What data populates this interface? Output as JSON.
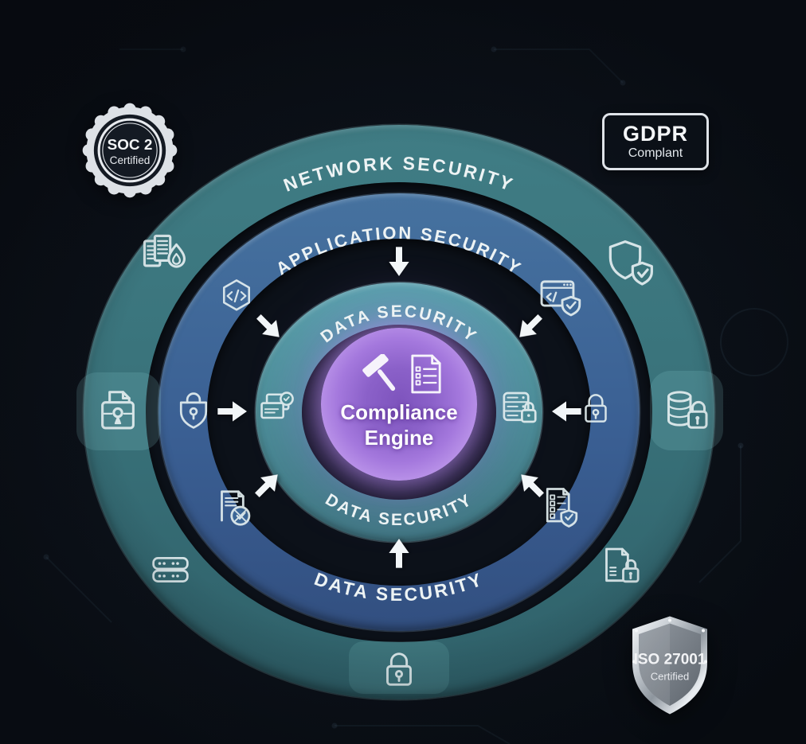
{
  "center": {
    "line1": "Compliance",
    "line2": "Engine"
  },
  "rings": {
    "outer": {
      "label_top": "NETWORK SECURITY",
      "color": "#3a747c"
    },
    "middle": {
      "label_top": "APPLICATION SECURITY",
      "label_bottom": "DATA SECURITY",
      "color": "#3e6b9c"
    },
    "inner": {
      "label_top": "DATA SECURITY",
      "label_bottom": "DATA SECURITY",
      "color": "#4f929c"
    }
  },
  "badges": {
    "soc2": {
      "title": "SOC 2",
      "subtitle": "Certified"
    },
    "gdpr": {
      "title": "GDPR",
      "subtitle": "Complant"
    },
    "iso27001": {
      "title": "ISO 27001",
      "subtitle": "Certified"
    }
  },
  "colors": {
    "background": "#0b1017",
    "ring_outer_teal": "#3a747c",
    "ring_middle_blue": "#3e6b9c",
    "ring_inner_teal": "#4f929c",
    "core_purple": "#9a6fd4",
    "core_glow": "#c9a9f2",
    "label_text": "#edf3f4",
    "arrow_white": "#f2f6f8",
    "icon_stroke": "#e2edef",
    "badge_silver": "#dde1e6"
  },
  "icons": {
    "center": [
      "gavel-icon",
      "checklist-doc-icon"
    ],
    "ring": [
      "docs-flame-icon",
      "shield-check-icon",
      "code-hexagon-icon",
      "browser-shield-icon",
      "secure-file-icon",
      "shield-lock-icon",
      "files-badge-icon",
      "database-lock-icon",
      "padlock-icon",
      "database-stack-lock-icon",
      "doc-seal-icon",
      "checklist-shield-icon",
      "server-rack-icon",
      "doc-lock-icon",
      "padlock-bottom-icon"
    ],
    "arrows": [
      "arrow-top",
      "arrow-top-left",
      "arrow-top-right",
      "arrow-left",
      "arrow-right",
      "arrow-bottom-left",
      "arrow-bottom-right",
      "arrow-bottom"
    ]
  }
}
